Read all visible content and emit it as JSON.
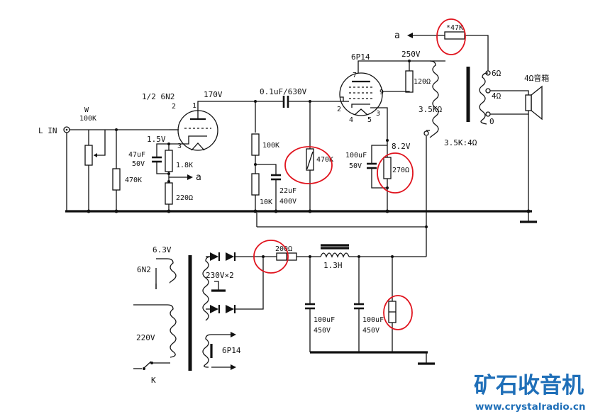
{
  "labels": {
    "lin": "L IN",
    "w": "W",
    "w_value": "100K",
    "r470k_in": "470K",
    "tube1": "1/2 6N2",
    "v170": "170V",
    "pin1": "1",
    "pin2": "2",
    "pin3": "3",
    "v15": "1.5V",
    "c47u": "47uF",
    "c47v": "50V",
    "r18k": "1.8K",
    "a1": "a",
    "r220": "220Ω",
    "ccoupling": "0.1uF/630V",
    "r100k": "100K",
    "r10k": "10K",
    "c22u": "22uF",
    "c22v": "400V",
    "r470k_grid": "470K",
    "tube2": "6P14",
    "v250": "250V",
    "r120": "120Ω",
    "p7": "7",
    "p9": "9",
    "p2": "2",
    "p3": "3",
    "p4": "4",
    "p5": "5",
    "v82": "8.2V",
    "c100ua": "100uF",
    "c100uav": "50V",
    "r270": "270Ω",
    "prim": "3.5KΩ",
    "ratio": "3.5K:4Ω",
    "fb_a": "a",
    "fb_r": "*47K",
    "tap6": "6Ω",
    "tap4": "4Ω",
    "tap0": "0",
    "spk": "4Ω音箱",
    "v63": "6.3V",
    "h6n2": "6N2",
    "v220": "220V",
    "k": "K",
    "hv": "230V×2",
    "h6p14": "6P14",
    "r200": "200Ω",
    "choke": "1.3H",
    "c1u": "100uF",
    "c1v": "450V",
    "c2u": "100uF",
    "c2v": "450V"
  },
  "logo": {
    "text": "矿石收音机",
    "url": "www.crystalradio.cn"
  },
  "colors": {
    "ink": "#111111",
    "highlight": "#e0141e",
    "logo": "#1f6fb8"
  }
}
